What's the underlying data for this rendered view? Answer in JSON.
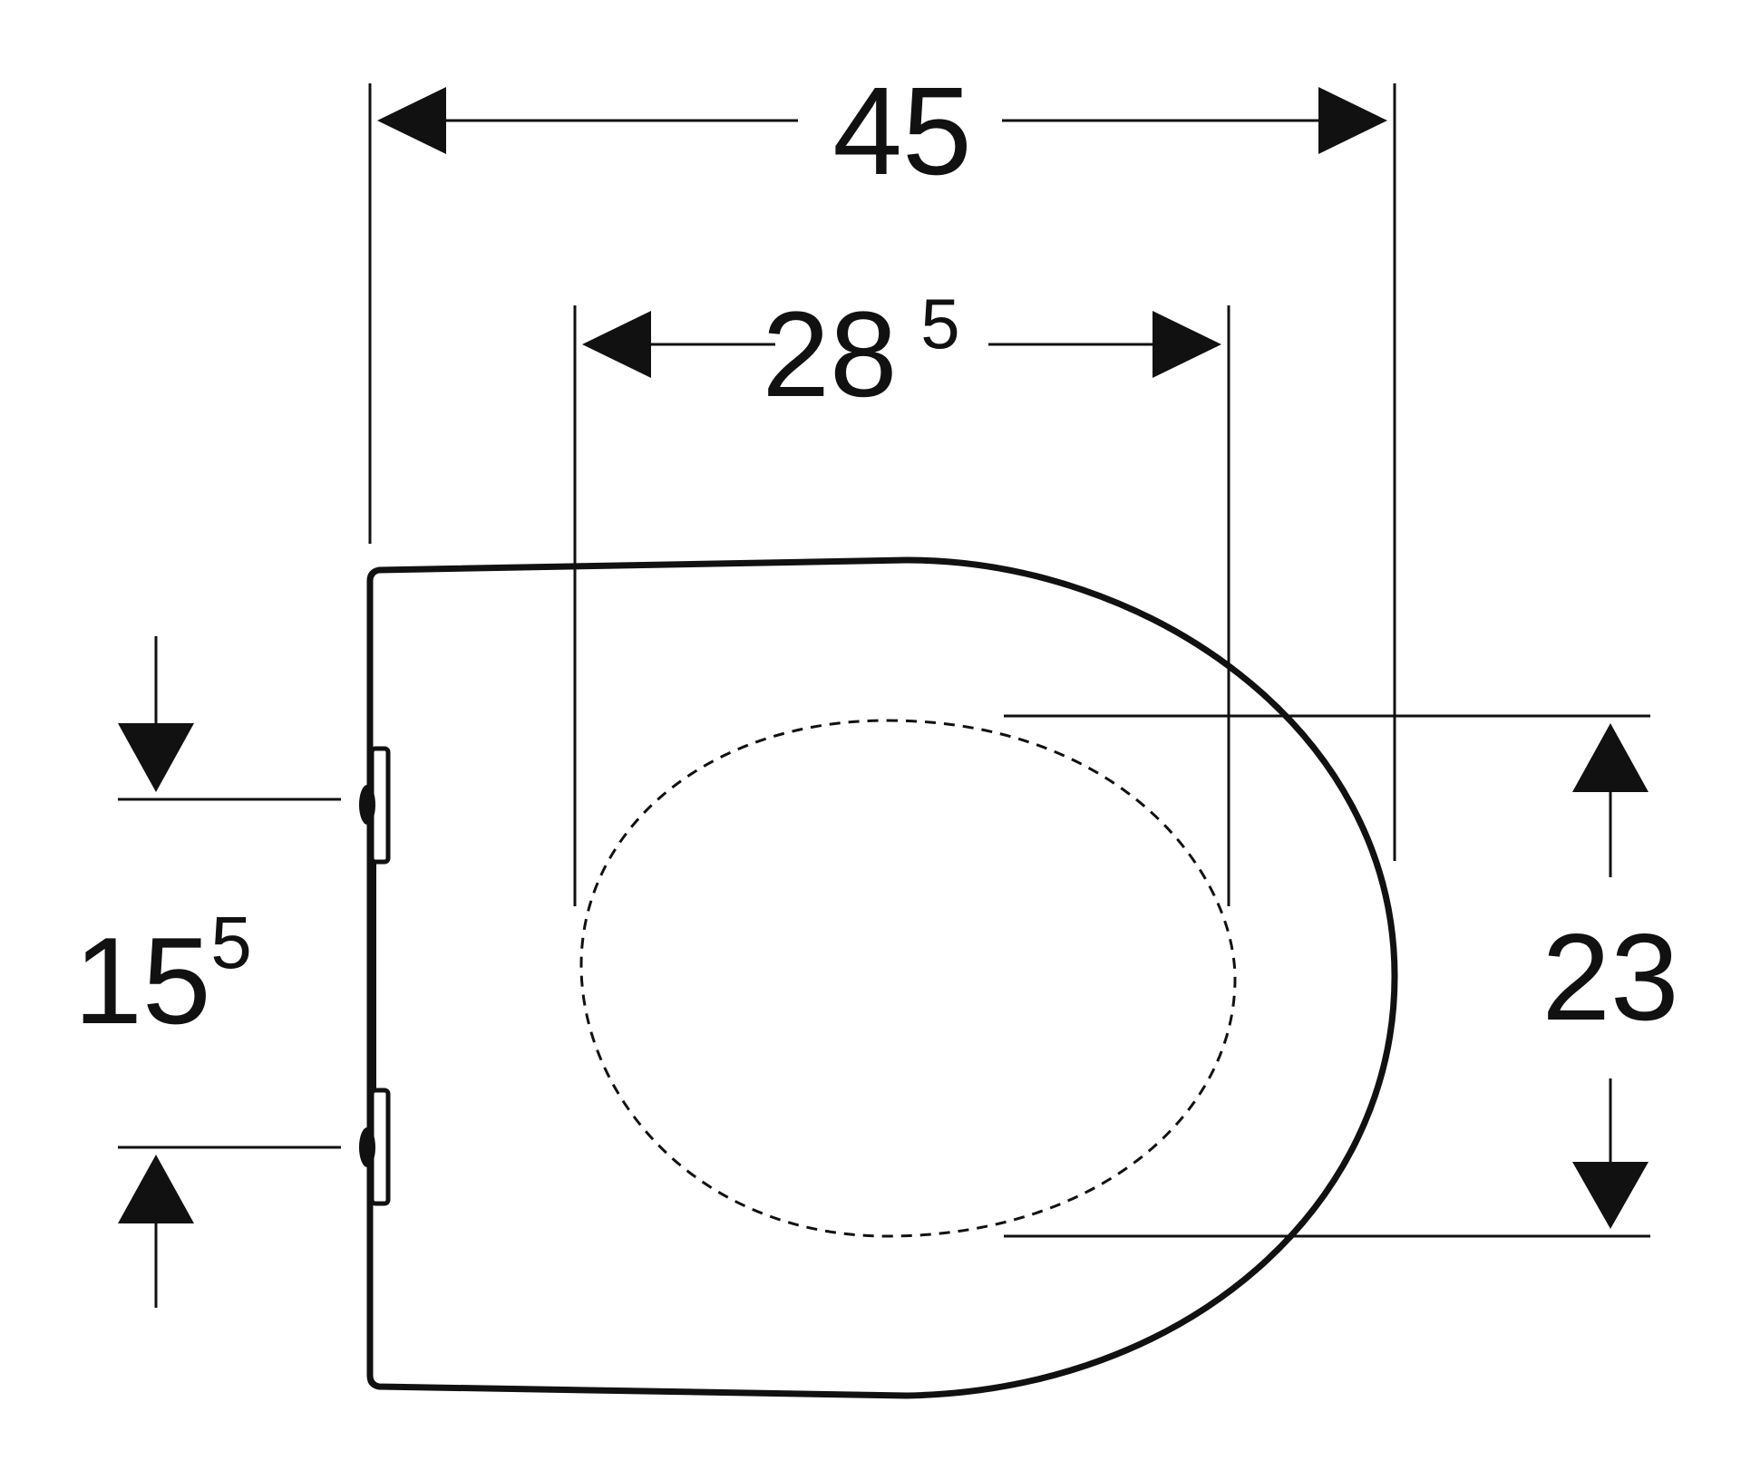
{
  "diagram": {
    "line_color": "#111111",
    "background_color": "#ffffff",
    "dimensions": {
      "overall_width": {
        "main": "45",
        "sup": ""
      },
      "opening_width": {
        "main": "28",
        "sup": "5"
      },
      "fixing_distance": {
        "main": "15",
        "sup": "5"
      },
      "opening_length": {
        "main": "23",
        "sup": ""
      }
    },
    "icons": {
      "seat_outline": "toilet-seat-outline-icon",
      "opening": "opening-dashed-outline-icon",
      "hinges": "hinge-icon",
      "arrows": "dimension-arrow-icon"
    }
  }
}
